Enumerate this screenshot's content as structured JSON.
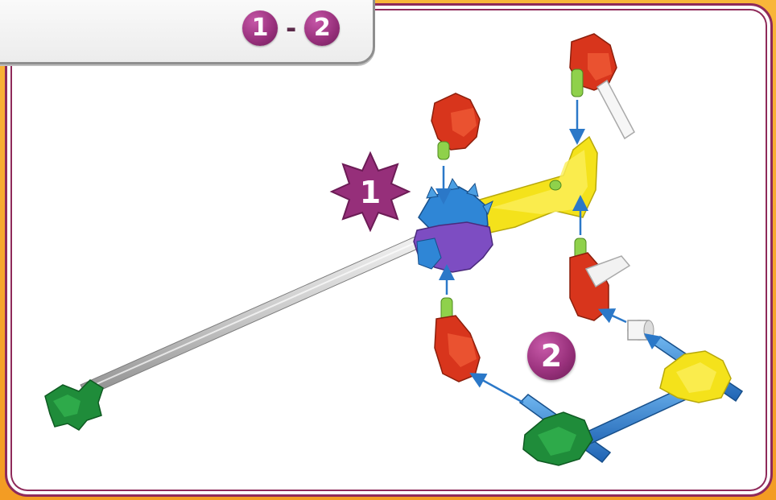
{
  "header": {
    "step_range": {
      "start": "1",
      "separator": "-",
      "end": "2"
    }
  },
  "instructions": {
    "callout_1": "1",
    "callout_2": "2"
  },
  "colors": {
    "frame_orange": "#f39c23",
    "border_magenta": "#8f2a5a",
    "badge_purple": "#962f7a",
    "rod_gray": "#c9c9c9",
    "connector_blue": "#2f86d6",
    "connector_purple": "#7d4dc2",
    "connector_yellow": "#f4e21b",
    "connector_red": "#d8351c",
    "connector_green": "#1f8c3a",
    "peg_green": "#8fd14b",
    "arrow_blue": "#2b78c8"
  },
  "icons": {
    "step_burst": "starburst-badge-icon",
    "assembly_arrow": "arrow-icon"
  }
}
